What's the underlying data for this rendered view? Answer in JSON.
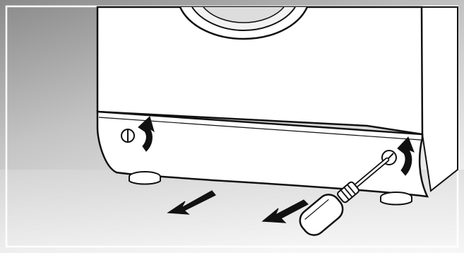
{
  "figure": {
    "subject": "washing-machine-base-panel-removal",
    "colors": {
      "background_dark": "#8e8e8e",
      "background_light": "#f2f2f2",
      "outline": "#111111",
      "machine_body": "#ffffff",
      "arrow_fill": "#1a1a1a"
    },
    "parts": {
      "porthole": "door-porthole",
      "panel": "base-cover-panel",
      "screw_left": "left-cover-screw",
      "screw_right": "right-cover-screw",
      "screwdriver": "screwdriver",
      "feet": [
        "left-foot",
        "right-foot"
      ]
    },
    "arrows": {
      "rotation": [
        "counterclockwise-rotation-arrow-left",
        "counterclockwise-rotation-arrow-right"
      ],
      "pull": [
        "pull-panel-arrow-left",
        "pull-panel-arrow-right"
      ]
    }
  }
}
